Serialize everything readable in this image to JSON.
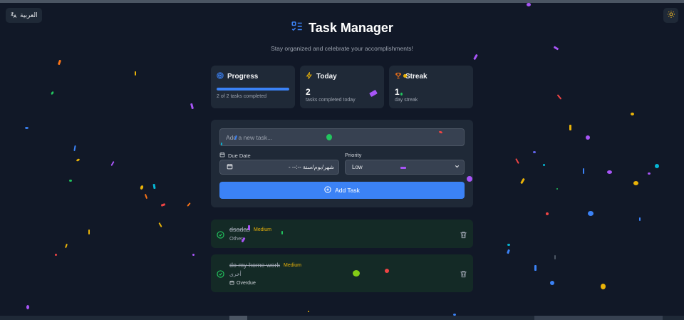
{
  "language_toggle": {
    "label": "العربية"
  },
  "header": {
    "title": "Task Manager",
    "subtitle": "Stay organized and celebrate your accomplishments!"
  },
  "stats": {
    "progress": {
      "label": "Progress",
      "text": "2 of 2 tasks completed",
      "fraction": 1.0
    },
    "today": {
      "label": "Today",
      "value": "2",
      "text": "tasks completed today"
    },
    "streak": {
      "label": "Streak",
      "value": "1",
      "text": "day streak"
    }
  },
  "form": {
    "task_placeholder": "Add a new task...",
    "due_date_label": "Due Date",
    "due_date_value": "شهر/يوم/سنة  --:--  -",
    "priority_label": "Priority",
    "priority_value": "Low",
    "add_label": "Add Task"
  },
  "tasks": [
    {
      "title": "dsadas",
      "priority": "Medium",
      "category": "Other",
      "due": ""
    },
    {
      "title": "do my home work",
      "priority": "Medium",
      "category": "أخرى",
      "due": "Overdue"
    }
  ],
  "colors": {
    "background": "#111827",
    "card": "#1f2937",
    "accent": "#3b82f6",
    "completed_card": "#142a26",
    "success": "#22c55e",
    "priority_medium": "#eab308"
  },
  "icons": {
    "language": "translate-icon",
    "theme": "sun-icon",
    "title": "checklist-icon",
    "progress": "target-icon",
    "today": "lightning-icon",
    "streak": "trophy-icon",
    "calendar": "calendar-icon",
    "dropdown": "chevron-down-icon",
    "add": "plus-circle-icon",
    "complete": "check-circle-icon",
    "delete": "trash-icon"
  }
}
